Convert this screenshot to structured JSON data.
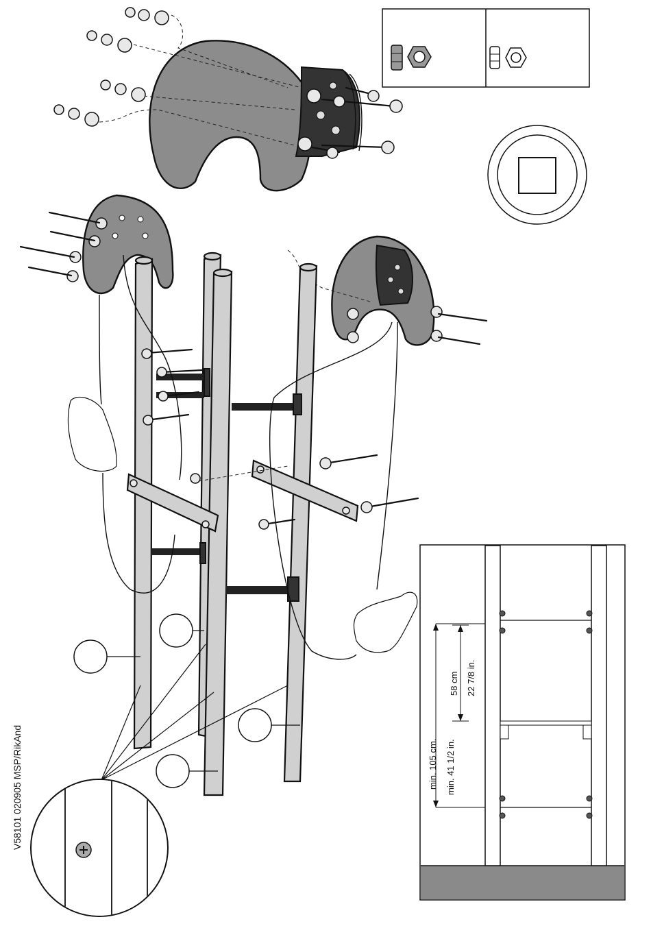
{
  "document_code": "V58101 020905 MSP/RikAnd",
  "measurement": {
    "inner_metric": "58 cm",
    "inner_imperial": "22 7/8 in.",
    "outer_metric": "min. 105 cm.",
    "outer_imperial": "min. 41 1/2 in."
  },
  "colors": {
    "seat": "#8c8c8c",
    "post": "#d0d0d0",
    "ground": "#8a8a8a",
    "ink": "#111111"
  },
  "icons": {
    "hex_nut_panel": "hex-nut-icon",
    "square_hole_panel": "square-hole-icon",
    "screw_detail": "phillips-screw-icon"
  }
}
